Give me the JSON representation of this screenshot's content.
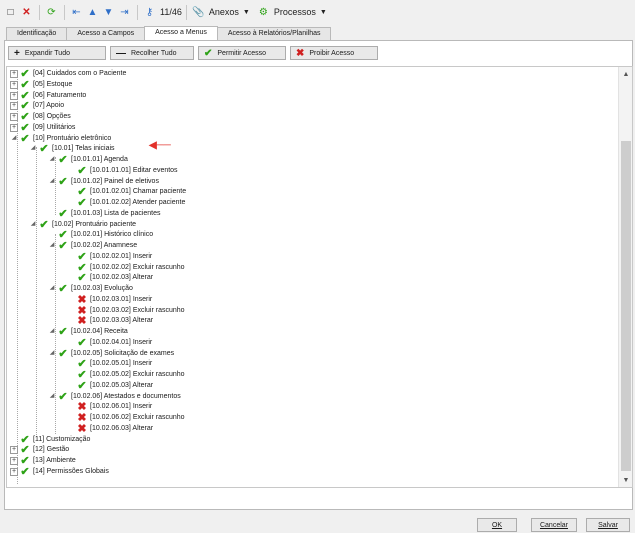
{
  "toolbar": {
    "record_counter": "11/46",
    "annexes_label": "Anexos",
    "processes_label": "Processos"
  },
  "tabs": [
    {
      "label": "Identificação"
    },
    {
      "label": "Acesso a Campos"
    },
    {
      "label": "Acesso a Menus"
    },
    {
      "label": "Acesso à Relatórios/Planilhas"
    }
  ],
  "actions": {
    "expand_all": "Expandir Tudo",
    "collapse_all": "Recolher Tudo",
    "allow_access": "Permitir Acesso",
    "deny_access": "Proibir Acesso"
  },
  "tree": [
    {
      "label": "[04] Cuidados com o Paciente",
      "level": 0,
      "state": "allowed",
      "expander": "collapsed"
    },
    {
      "label": "[05] Estoque",
      "level": 0,
      "state": "allowed",
      "expander": "collapsed"
    },
    {
      "label": "[06] Faturamento",
      "level": 0,
      "state": "allowed",
      "expander": "collapsed"
    },
    {
      "label": "[07] Apoio",
      "level": 0,
      "state": "allowed",
      "expander": "collapsed"
    },
    {
      "label": "[08] Opções",
      "level": 0,
      "state": "allowed",
      "expander": "collapsed"
    },
    {
      "label": "[09] Utilitários",
      "level": 0,
      "state": "allowed",
      "expander": "collapsed"
    },
    {
      "label": "[10] Prontuário eletrônico",
      "level": 0,
      "state": "partial",
      "expander": "expanded"
    },
    {
      "label": "[10.01] Telas iniciais",
      "level": 1,
      "state": "allowed",
      "expander": "expanded"
    },
    {
      "label": "[10.01.01] Agenda",
      "level": 2,
      "state": "allowed",
      "expander": "expanded"
    },
    {
      "label": "[10.01.01.01] Editar eventos",
      "level": 3,
      "state": "allowed",
      "expander": "none"
    },
    {
      "label": "[10.01.02] Painel de eletivos",
      "level": 2,
      "state": "allowed",
      "expander": "expanded"
    },
    {
      "label": "[10.01.02.01] Chamar paciente",
      "level": 3,
      "state": "allowed",
      "expander": "none"
    },
    {
      "label": "[10.01.02.02] Atender paciente",
      "level": 3,
      "state": "allowed",
      "expander": "none"
    },
    {
      "label": "[10.01.03] Lista de pacientes",
      "level": 2,
      "state": "allowed",
      "expander": "none"
    },
    {
      "label": "[10.02] Prontuário paciente",
      "level": 1,
      "state": "partial",
      "expander": "expanded"
    },
    {
      "label": "[10.02.01] Histórico clínico",
      "level": 2,
      "state": "allowed",
      "expander": "none"
    },
    {
      "label": "[10.02.02] Anamnese",
      "level": 2,
      "state": "allowed",
      "expander": "expanded"
    },
    {
      "label": "[10.02.02.01] Inserir",
      "level": 3,
      "state": "allowed",
      "expander": "none"
    },
    {
      "label": "[10.02.02.02] Excluir rascunho",
      "level": 3,
      "state": "allowed",
      "expander": "none"
    },
    {
      "label": "[10.02.02.03] Alterar",
      "level": 3,
      "state": "allowed",
      "expander": "none"
    },
    {
      "label": "[10.02.03] Evolução",
      "level": 2,
      "state": "allowed",
      "expander": "expanded"
    },
    {
      "label": "[10.02.03.01] Inserir",
      "level": 3,
      "state": "denied",
      "expander": "none"
    },
    {
      "label": "[10.02.03.02] Excluir rascunho",
      "level": 3,
      "state": "denied",
      "expander": "none"
    },
    {
      "label": "[10.02.03.03] Alterar",
      "level": 3,
      "state": "denied",
      "expander": "none"
    },
    {
      "label": "[10.02.04] Receita",
      "level": 2,
      "state": "allowed",
      "expander": "expanded"
    },
    {
      "label": "[10.02.04.01] Inserir",
      "level": 3,
      "state": "allowed",
      "expander": "none"
    },
    {
      "label": "[10.02.05] Solicitação de exames",
      "level": 2,
      "state": "allowed",
      "expander": "expanded"
    },
    {
      "label": "[10.02.05.01] Inserir",
      "level": 3,
      "state": "allowed",
      "expander": "none"
    },
    {
      "label": "[10.02.05.02] Excluir rascunho",
      "level": 3,
      "state": "allowed",
      "expander": "none"
    },
    {
      "label": "[10.02.05.03] Alterar",
      "level": 3,
      "state": "allowed",
      "expander": "none"
    },
    {
      "label": "[10.02.06] Atestados e documentos",
      "level": 2,
      "state": "allowed",
      "expander": "expanded"
    },
    {
      "label": "[10.02.06.01] Inserir",
      "level": 3,
      "state": "denied",
      "expander": "none"
    },
    {
      "label": "[10.02.06.02] Excluir rascunho",
      "level": 3,
      "state": "denied",
      "expander": "none"
    },
    {
      "label": "[10.02.06.03] Alterar",
      "level": 3,
      "state": "denied",
      "expander": "none"
    },
    {
      "label": "[11] Customização",
      "level": 0,
      "state": "allowed",
      "expander": "none"
    },
    {
      "label": "[12] Gestão",
      "level": 0,
      "state": "allowed",
      "expander": "collapsed"
    },
    {
      "label": "[13] Ambiente",
      "level": 0,
      "state": "allowed",
      "expander": "collapsed"
    },
    {
      "label": "[14] Permissões Globais",
      "level": 0,
      "state": "allowed",
      "expander": "collapsed"
    }
  ],
  "footer": {
    "ok_label": "OK",
    "cancel_label": "Cancelar",
    "save_label": "Salvar"
  },
  "colors": {
    "allowed": "#2ea217",
    "denied": "#d02020",
    "highlight_arrow": "#e2312a"
  }
}
